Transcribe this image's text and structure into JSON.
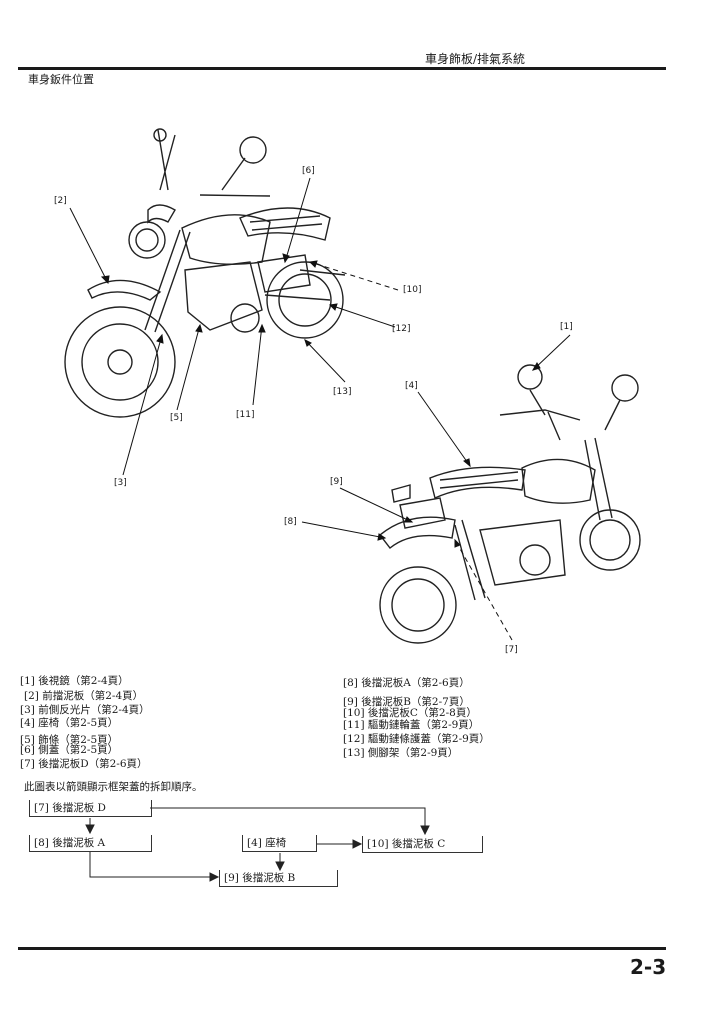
{
  "header": {
    "title": "車身飾板/排氣系統"
  },
  "section": {
    "title": "車身鈑件位置"
  },
  "callouts": {
    "c1": "[1]",
    "c2": "[2]",
    "c3": "[3]",
    "c4": "[4]",
    "c5": "[5]",
    "c6": "[6]",
    "c7": "[7]",
    "c8": "[8]",
    "c9": "[9]",
    "c10": "[10]",
    "c11": "[11]",
    "c12": "[12]",
    "c13": "[13]"
  },
  "legend": {
    "left": [
      "[1] 後視鏡（第2-4頁）",
      "[2] 前擋泥板（第2-4頁）",
      "[3] 前側反光片（第2-4頁）",
      "[4] 座椅（第2-5頁）",
      "[5] 飾條（第2-5頁）",
      "[6] 側蓋（第2-5頁）",
      "[7] 後擋泥板D（第2-6頁）"
    ],
    "right": [
      "[8] 後擋泥板A（第2-6頁）",
      "[9] 後擋泥板B（第2-7頁）",
      "[10] 後擋泥板C（第2-8頁）",
      "[11] 驅動鏈輪蓋（第2-9頁）",
      "[12] 驅動鏈條護蓋（第2-9頁）",
      "[13] 側腳架（第2-9頁）"
    ]
  },
  "flow": {
    "note": "此圖表以箭頭顯示框架蓋的拆卸順序。",
    "box_d": "[7] 後擋泥板 D",
    "box_a": "[8] 後擋泥板 A",
    "box_seat": "[4] 座椅",
    "box_c": "[10] 後擋泥板 C",
    "box_b": "[9] 後擋泥板 B"
  },
  "footer": {
    "page": "2-3"
  }
}
